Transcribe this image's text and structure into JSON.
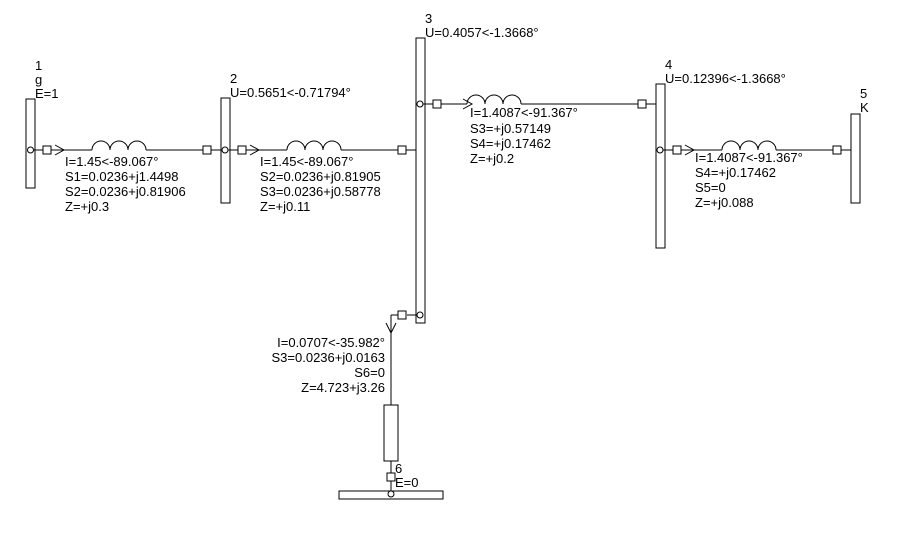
{
  "buses": {
    "b1": {
      "number": "1",
      "name": "g",
      "emf": "E=1"
    },
    "b2": {
      "number": "2",
      "voltage": "U=0.5651<-0.71794°"
    },
    "b3": {
      "number": "3",
      "voltage": "U=0.4057<-1.3668°"
    },
    "b4": {
      "number": "4",
      "voltage": "U=0.12396<-1.3668°"
    },
    "b5": {
      "number": "5",
      "name": "K"
    },
    "b6": {
      "number": "6",
      "emf": "E=0"
    }
  },
  "branches": {
    "br12": {
      "current": "I=1.45<-89.067°",
      "s_from": "S1=0.0236+j1.4498",
      "s_to": "S2=0.0236+j0.81906",
      "impedance": "Z=+j0.3"
    },
    "br23": {
      "current": "I=1.45<-89.067°",
      "s_from": "S2=0.0236+j0.81905",
      "s_to": "S3=0.0236+j0.58778",
      "impedance": "Z=+j0.11"
    },
    "br34": {
      "current": "I=1.4087<-91.367°",
      "s_from": "S3=+j0.57149",
      "s_to": "S4=+j0.17462",
      "impedance": "Z=+j0.2"
    },
    "br45": {
      "current": "I=1.4087<-91.367°",
      "s_from": "S4=+j0.17462",
      "s_to": "S5=0",
      "impedance": "Z=+j0.088"
    },
    "br36": {
      "current": "I=0.0707<-35.982°",
      "s_from": "S3=0.0236+j0.0163",
      "s_to": "S6=0",
      "impedance": "Z=4.723+j3.26"
    }
  }
}
